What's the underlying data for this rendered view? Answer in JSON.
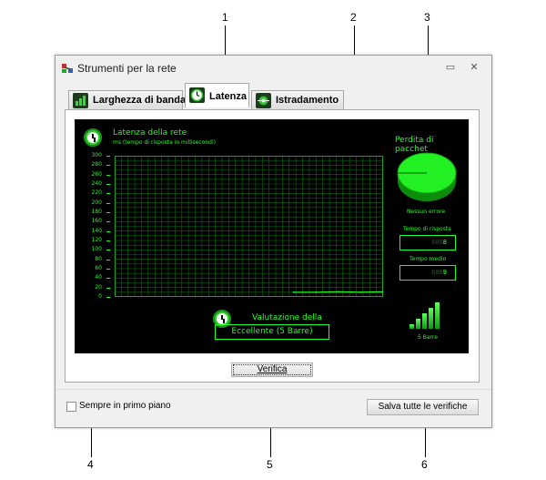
{
  "callouts": [
    "1",
    "2",
    "3",
    "4",
    "5",
    "6"
  ],
  "window": {
    "title": "Strumenti per la rete",
    "minimize_glyph": "▭",
    "close_glyph": "✕"
  },
  "tabs": [
    {
      "label": "Larghezza di banda",
      "icon": "bandwidth-icon"
    },
    {
      "label": "Latenza",
      "icon": "clock-icon"
    },
    {
      "label": "Istradamento",
      "icon": "routing-icon"
    }
  ],
  "latency": {
    "title": "Latenza della rete",
    "subtitle": "ms (tempo di risposta in millisecondi)",
    "y_ticks": [
      "300",
      "280",
      "260",
      "240",
      "220",
      "200",
      "180",
      "160",
      "140",
      "120",
      "100",
      "80",
      "60",
      "40",
      "20",
      "0"
    ],
    "rating_label": "Valutazione della",
    "rating_value": "Eccellente (5 Barre)"
  },
  "packets": {
    "title": "Perdita di pacchet",
    "status": "Nessun errore",
    "response_label": "Tempo di risposta",
    "response_value": "8",
    "response_ghost": "8888",
    "average_label": "Tempo medio",
    "average_value": "9",
    "average_ghost": "8888",
    "signal_label": "5 Barre",
    "signal_bars": 5
  },
  "buttons": {
    "verify": "Verifica",
    "save_all": "Salva tutte le verifiche"
  },
  "always_on_top": {
    "label": "Sempre in primo piano",
    "checked": false
  },
  "colors": {
    "accent_green": "#20ff20",
    "screen_bg": "#000000"
  },
  "chart_data": {
    "type": "line",
    "title": "Latenza della rete",
    "ylabel": "ms (tempo di risposta in millisecondi)",
    "ylim": [
      0,
      300
    ],
    "x": [
      0,
      1,
      2,
      3,
      4,
      5,
      6,
      7,
      8,
      9,
      10,
      11,
      12
    ],
    "series": [
      {
        "name": "",
        "values": [
          null,
          null,
          null,
          null,
          null,
          null,
          null,
          null,
          8,
          8,
          9,
          8,
          9
        ]
      }
    ],
    "grid": true
  }
}
